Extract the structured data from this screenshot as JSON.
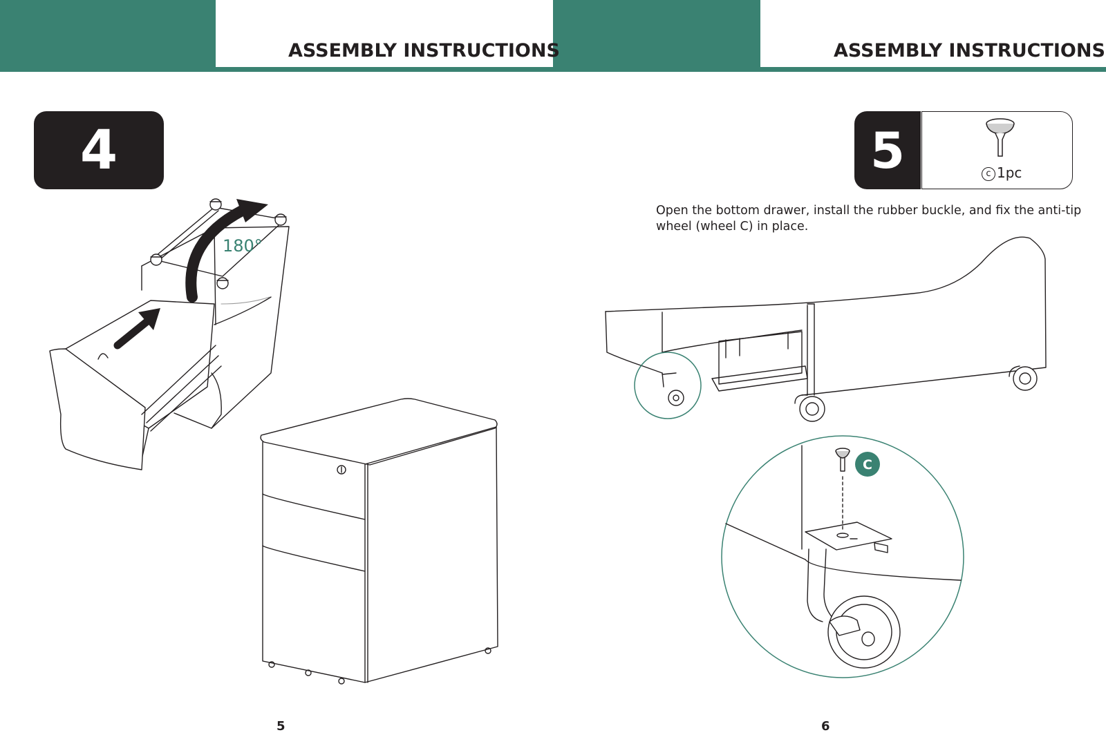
{
  "left_page": {
    "header_title": "ASSEMBLY INSTRUCTIONS",
    "step_number": "4",
    "rotation_label": "180°",
    "page_number": "5"
  },
  "right_page": {
    "header_title": "ASSEMBLY INSTRUCTIONS",
    "step_number": "5",
    "part_letter": "c",
    "part_quantity": "1pc",
    "instruction_text": "Open the bottom drawer, install the rubber buckle, and fix the anti-tip wheel (wheel C) in place.",
    "callout_letter": "C",
    "page_number": "6"
  },
  "colors": {
    "brand_teal": "#3a8272",
    "ink": "#231f20"
  },
  "icons": [
    "rubber-buckle-icon",
    "rotate-arrow-icon",
    "push-arrow-icon"
  ]
}
